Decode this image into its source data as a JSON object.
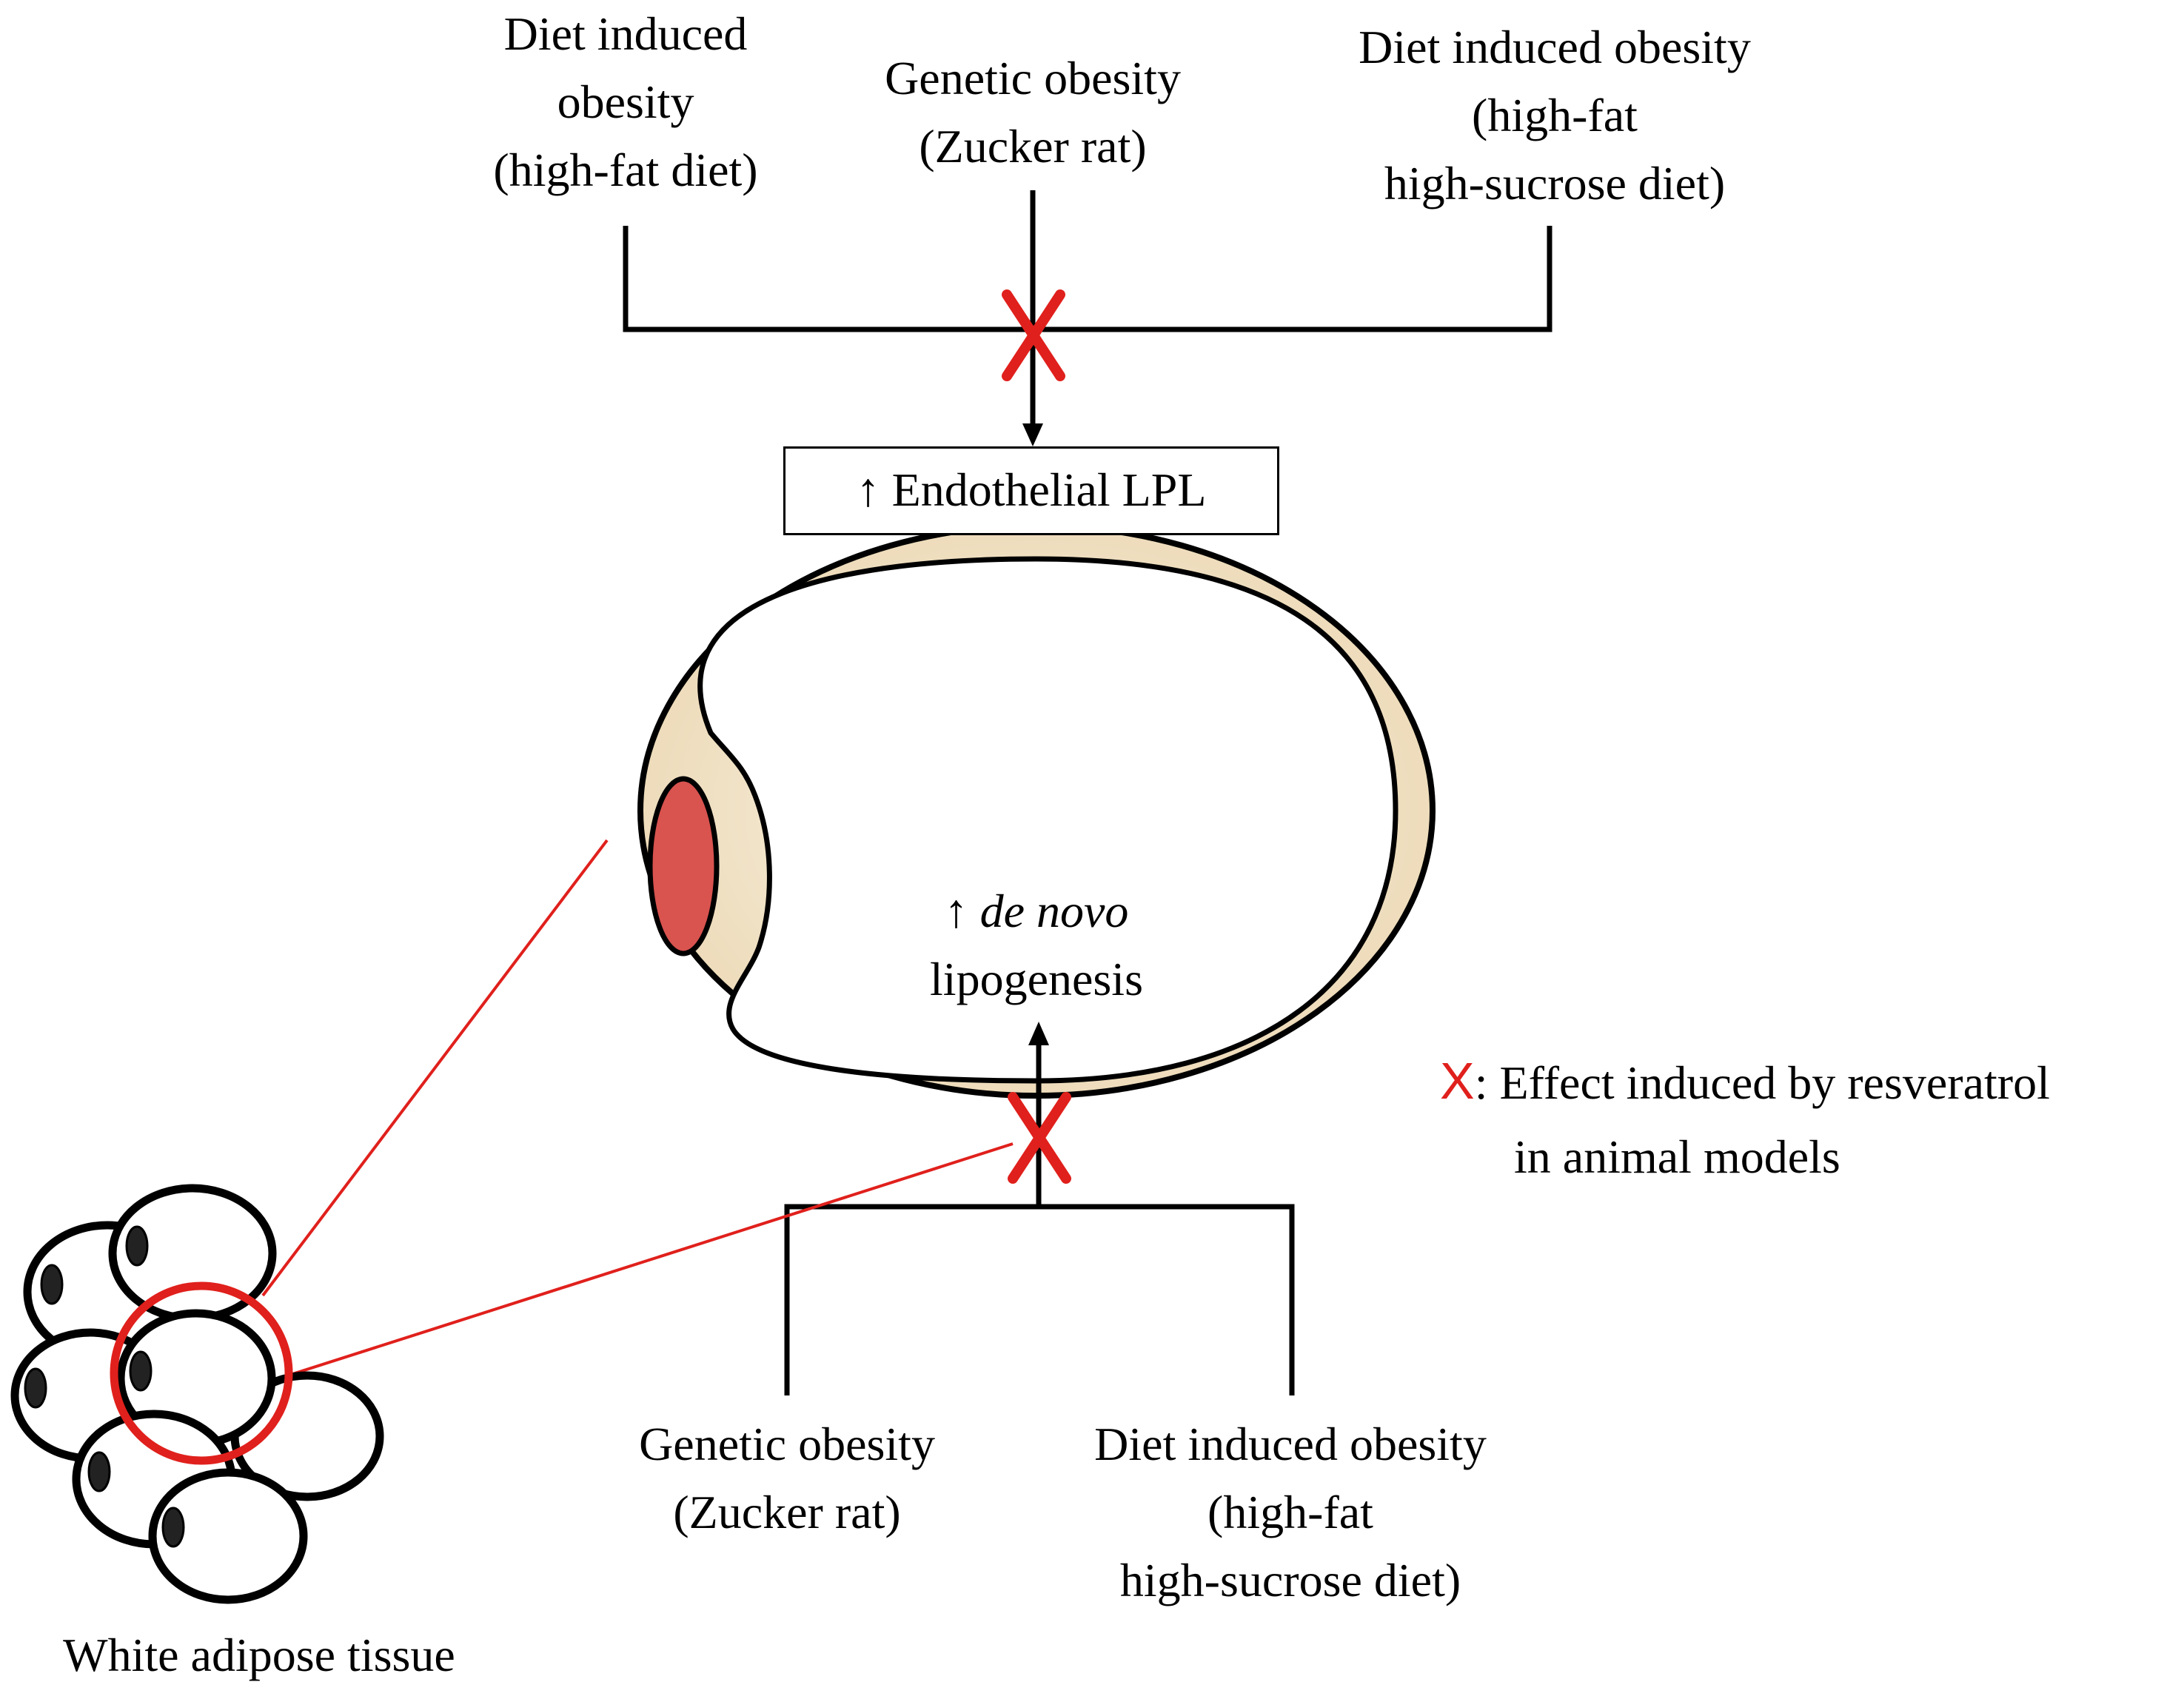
{
  "top_inputs": {
    "left": [
      "Diet induced",
      "obesity",
      "(high-fat diet)"
    ],
    "center": [
      "Genetic obesity",
      "(Zucker rat)"
    ],
    "right": [
      "Diet induced obesity",
      "(high-fat",
      "high-sucrose diet)"
    ]
  },
  "endothelial_box": {
    "arrow": "↑",
    "text": "Endothelial LPL"
  },
  "adipocyte": {
    "arrow": "↑",
    "italic_text": "de novo",
    "line2": "lipogenesis"
  },
  "bottom_inputs": {
    "left": [
      "Genetic obesity",
      "(Zucker rat)"
    ],
    "right": [
      "Diet induced obesity",
      "(high-fat",
      "high-sucrose diet)"
    ]
  },
  "legend": {
    "symbol": "X",
    "line1": ": Effect induced by resveratrol",
    "line2": "in animal models"
  },
  "tissue_label": "White adipose tissue",
  "colors": {
    "inhibition_x": "#e0201c",
    "cell_fill": "#f3e6cf",
    "nucleus": "#d9534f",
    "zoom_lines": "#e0201c",
    "lines": "#000000"
  }
}
